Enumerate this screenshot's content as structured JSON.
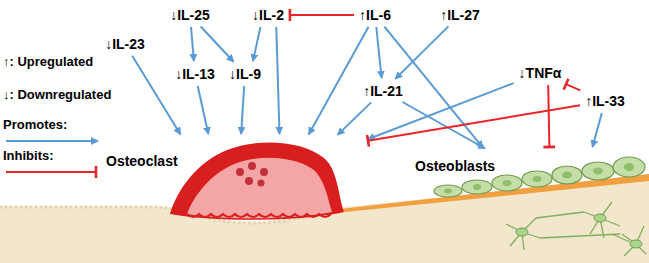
{
  "diagram": {
    "nodes": [
      {
        "text": [
          "↓IL-25"
        ]
      },
      {
        "text": [
          "↓IL-2"
        ]
      },
      {
        "text": [
          "↑IL-6"
        ]
      },
      {
        "text": [
          "↑IL-27"
        ]
      },
      {
        "text": [
          "↓IL-23"
        ]
      },
      {
        "text": [
          "↓IL-13"
        ]
      },
      {
        "text": [
          "↓IL-9"
        ]
      },
      {
        "text": [
          "↑IL-21"
        ]
      },
      {
        "text": [
          "↓TNFα"
        ]
      },
      {
        "text": [
          "↑IL-33"
        ]
      },
      {
        "text": [
          "Osteoclast"
        ]
      },
      {
        "text": [
          "Osteoblasts"
        ]
      }
    ],
    "edges": [
      {
        "from": 0,
        "to": 5,
        "arrow": "to"
      },
      {
        "from": 0,
        "to": 6,
        "arrow": "to"
      },
      {
        "from": 1,
        "to": 6,
        "arrow": "to"
      },
      {
        "from": 1,
        "to": 10,
        "arrow": "to"
      },
      {
        "from": 2,
        "to": 1,
        "arrow": "to"
      },
      {
        "from": 2,
        "to": 7,
        "arrow": "to"
      },
      {
        "from": 2,
        "to": 10,
        "arrow": "to"
      },
      {
        "from": 2,
        "to": 11,
        "arrow": "to"
      },
      {
        "from": 3,
        "to": 7,
        "arrow": "to"
      },
      {
        "from": 4,
        "to": 10,
        "arrow": "to"
      },
      {
        "from": 5,
        "to": 10,
        "arrow": "to"
      },
      {
        "from": 6,
        "to": 10,
        "arrow": "to"
      },
      {
        "from": 7,
        "to": 10,
        "arrow": "to"
      },
      {
        "from": 7,
        "to": 11,
        "arrow": "to"
      },
      {
        "from": 8,
        "to": 10,
        "arrow": "to"
      },
      {
        "from": 8,
        "to": 11,
        "arrow": "to"
      },
      {
        "from": 9,
        "to": 8,
        "arrow": "to"
      },
      {
        "from": 9,
        "to": 10,
        "arrow": "to"
      },
      {
        "from": 9,
        "to": 11,
        "arrow": "to"
      }
    ],
    "legend": [
      {
        "text": "↑: Upregulated"
      },
      {
        "text": "↓: Downregulated"
      },
      {
        "text": "Promotes:"
      },
      {
        "text": "Inhibits:"
      }
    ]
  }
}
